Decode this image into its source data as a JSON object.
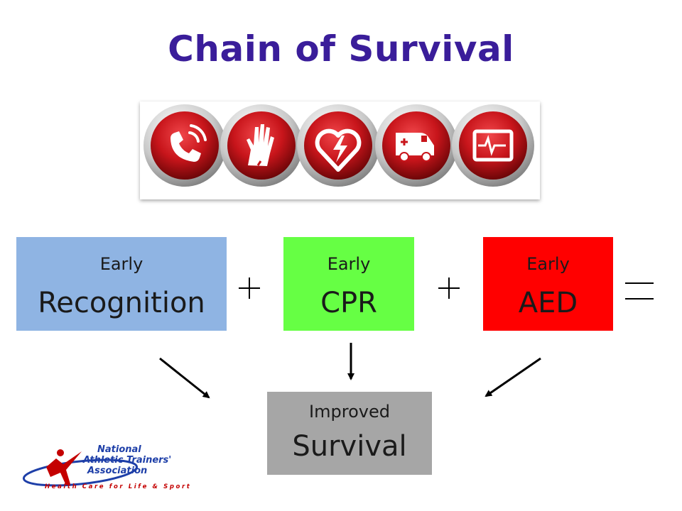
{
  "title": "Chain of Survival",
  "icons": {
    "names": [
      "phone-icon",
      "hands-icon",
      "heart-defibrillator-icon",
      "ambulance-icon",
      "heart-monitor-icon"
    ],
    "button_color": "#c8151b",
    "ring_color": "#bdbdbd"
  },
  "boxes": {
    "recognition": {
      "small": "Early",
      "big": "Recognition",
      "color": "#8fb4e3"
    },
    "cpr": {
      "small": "Early",
      "big": "CPR",
      "color": "#66ff44"
    },
    "aed": {
      "small": "Early",
      "big": "AED",
      "color": "#ff0000"
    },
    "result": {
      "small": "Improved",
      "big": "Survival",
      "color": "#a6a6a6"
    }
  },
  "operators": {
    "plus": "+",
    "equals": "="
  },
  "logo": {
    "line1": "National",
    "line2": "Athletic Trainers'",
    "line3": "Association",
    "tagline": "Health Care for Life & Sport",
    "primary_color": "#1e3fa8",
    "accent_color": "#c40000"
  }
}
